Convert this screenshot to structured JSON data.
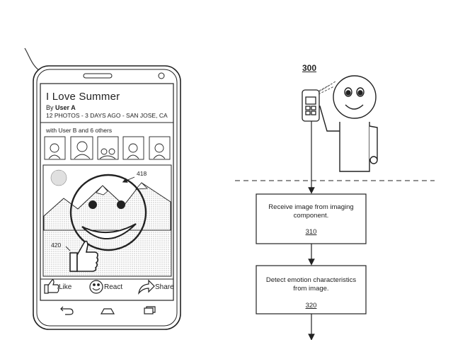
{
  "phone": {
    "post": {
      "title": "I Love Summer",
      "author_prefix": "By ",
      "author": "User A",
      "meta": "12 PHOTOS - 3 DAYS AGO - SAN JOSE, CA",
      "with": "with User B and 6 others"
    },
    "refs": {
      "emoji_ref": "418",
      "thumb_ref": "420"
    },
    "actions": {
      "like": "Like",
      "react": "React",
      "share": "Share"
    },
    "icons": [
      "back-icon",
      "home-icon",
      "recent-apps-icon",
      "like-icon",
      "react-icon",
      "share-icon",
      "thumbs-up-icon",
      "smiley-face-icon"
    ]
  },
  "figure": {
    "number": "300",
    "steps": [
      {
        "text_line1": "Receive image from imaging",
        "text_line2": "component.",
        "ref": "310"
      },
      {
        "text_line1": "Detect emotion characteristics",
        "text_line2": "from image.",
        "ref": "320"
      }
    ]
  }
}
